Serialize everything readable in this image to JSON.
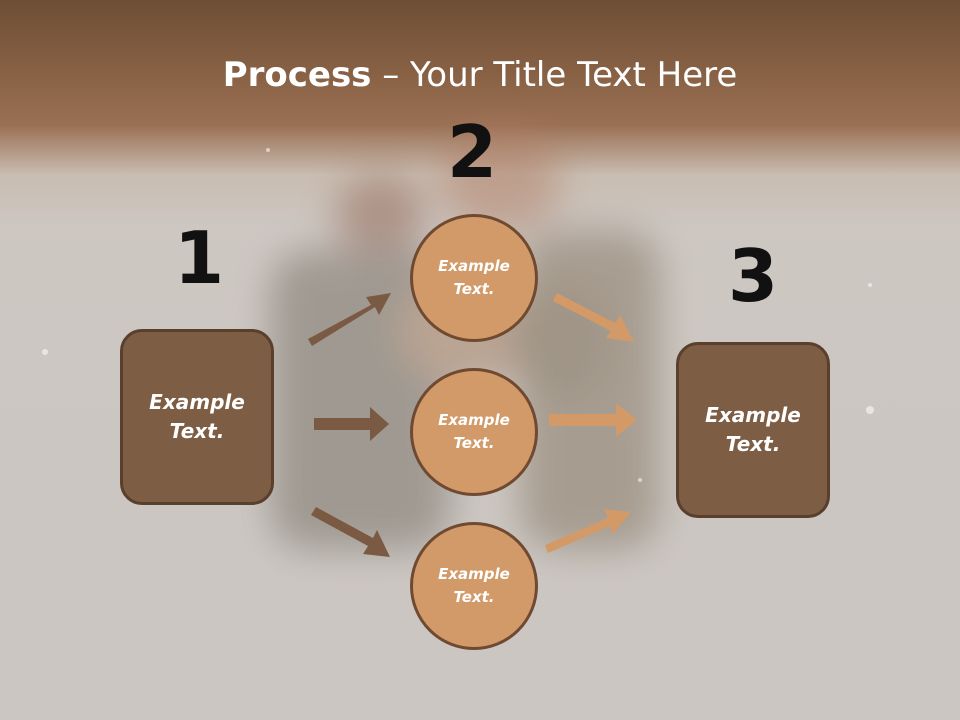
{
  "title": {
    "bold": "Process",
    "rest": " – Your Title Text Here"
  },
  "steps": {
    "step1": {
      "number": "1",
      "line1": "Example",
      "line2": "Text."
    },
    "step2": {
      "number": "2",
      "circles": [
        {
          "line1": "Example",
          "line2": "Text."
        },
        {
          "line1": "Example",
          "line2": "Text."
        },
        {
          "line1": "Example",
          "line2": "Text."
        }
      ]
    },
    "step3": {
      "number": "3",
      "line1": "Example",
      "line2": "Text."
    }
  },
  "colors": {
    "box_fill": "#7e5d45",
    "circle_fill": "#d19a68",
    "left_arrow": "#7a5a43",
    "right_arrow": "#d39a68",
    "title_band": "#8c6447"
  }
}
